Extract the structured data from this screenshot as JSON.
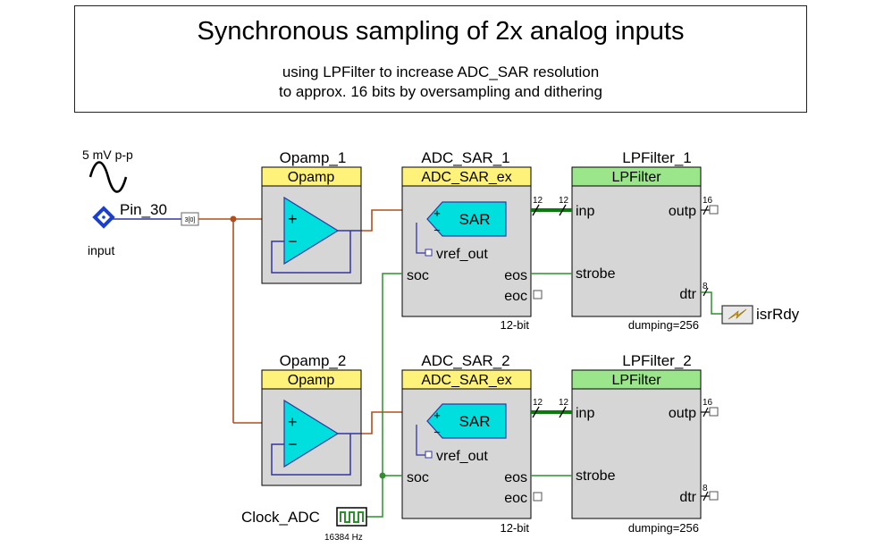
{
  "title": "Synchronous sampling of 2x analog inputs",
  "subtitle_line1": "using LPFilter to increase ADC_SAR resolution",
  "subtitle_line2": "to approx. 16 bits by oversampling and dithering",
  "source": {
    "amplitude": "5 mV p-p",
    "pin_name": "Pin_30",
    "pin_label": "input",
    "pin_index": "3[0]"
  },
  "opamps": [
    {
      "instance": "Opamp_1",
      "type": "Opamp",
      "plus": "+",
      "minus": "−"
    },
    {
      "instance": "Opamp_2",
      "type": "Opamp",
      "plus": "+",
      "minus": "−"
    }
  ],
  "adcs": [
    {
      "instance": "ADC_SAR_1",
      "type": "ADC_SAR_ex",
      "core": "SAR",
      "vref": "vref_out",
      "soc": "soc",
      "eos": "eos",
      "eoc": "eoc",
      "bits": "12-bit",
      "bus_out": "12"
    },
    {
      "instance": "ADC_SAR_2",
      "type": "ADC_SAR_ex",
      "core": "SAR",
      "vref": "vref_out",
      "soc": "soc",
      "eos": "eos",
      "eoc": "eoc",
      "bits": "12-bit",
      "bus_out": "12"
    }
  ],
  "filters": [
    {
      "instance": "LPFilter_1",
      "type": "LPFilter",
      "inp": "inp",
      "outp": "outp",
      "strobe": "strobe",
      "dtr": "dtr",
      "param": "dumping=256",
      "bus_in": "12",
      "bus_outp": "16",
      "bus_dtr": "8"
    },
    {
      "instance": "LPFilter_2",
      "type": "LPFilter",
      "inp": "inp",
      "outp": "outp",
      "strobe": "strobe",
      "dtr": "dtr",
      "param": "dumping=256",
      "bus_in": "12",
      "bus_outp": "16",
      "bus_dtr": "8"
    }
  ],
  "clock": {
    "name": "Clock_ADC",
    "freq": "16384 Hz"
  },
  "isr": {
    "name": "isrRdy"
  },
  "colors": {
    "header_yellow": "#fff27a",
    "header_green": "#9be68b",
    "block_gray": "#d6d6d6",
    "opamp_cyan": "#00dede",
    "wire_analog": "#b0501e",
    "wire_digital": "#2f8f2f",
    "wire_blue": "#3535a0",
    "bus_green": "#0d7a0d",
    "pin_blue": "#1a3fd0"
  }
}
